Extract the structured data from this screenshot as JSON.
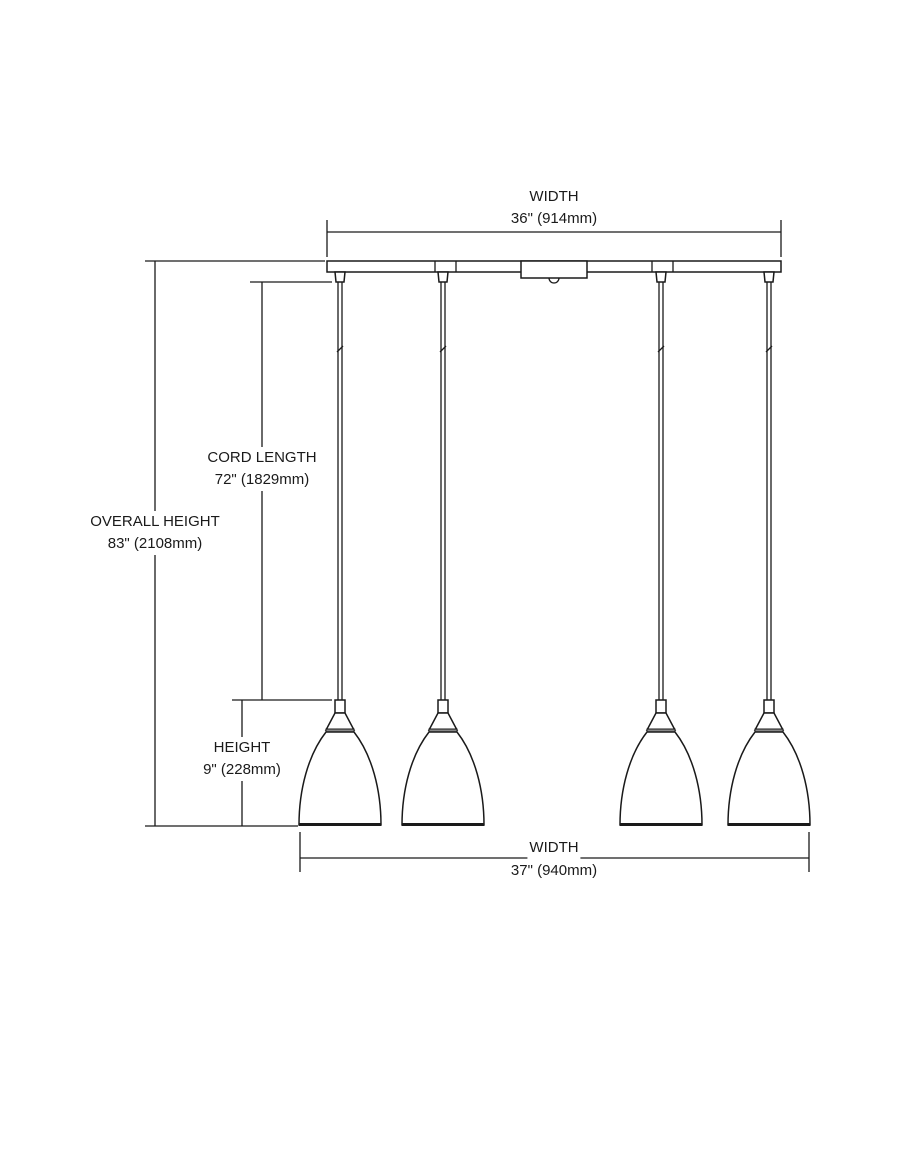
{
  "dimensions": {
    "top_width": {
      "label": "WIDTH",
      "value": "36\" (914mm)"
    },
    "overall_height": {
      "label": "OVERALL HEIGHT",
      "value": "83\" (2108mm)"
    },
    "cord_length": {
      "label": "CORD LENGTH",
      "value": "72\" (1829mm)"
    },
    "height": {
      "label": "HEIGHT",
      "value": "9\" (228mm)"
    },
    "bottom_width": {
      "label": "WIDTH",
      "value": "37\" (940mm)"
    }
  },
  "pendant_count": 4,
  "line_color": "#1a1a1a"
}
